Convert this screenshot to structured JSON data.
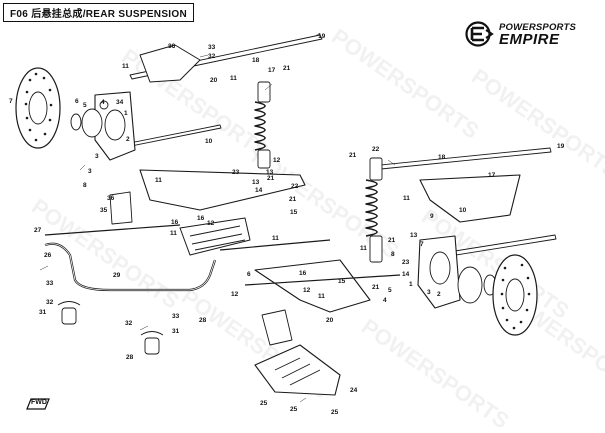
{
  "header": {
    "title": "F06 后悬挂总成/REAR SUSPENSION"
  },
  "brand": {
    "top_text": "POWERSPORTS",
    "bottom_text": "EMPIRE",
    "logo_icon": "empire-logo-icon"
  },
  "watermark": {
    "text": "POWERSPORTS"
  },
  "direction_marker": {
    "label": "FWD"
  },
  "callouts": [
    {
      "id": "c1",
      "label": "19"
    },
    {
      "id": "c2",
      "label": "30"
    },
    {
      "id": "c3",
      "label": "33"
    },
    {
      "id": "c4",
      "label": "11"
    },
    {
      "id": "c5",
      "label": "32"
    },
    {
      "id": "c6",
      "label": "20"
    },
    {
      "id": "c7",
      "label": "18"
    },
    {
      "id": "c8",
      "label": "17"
    },
    {
      "id": "c9",
      "label": "21"
    },
    {
      "id": "c10",
      "label": "11"
    },
    {
      "id": "c11",
      "label": "13"
    },
    {
      "id": "c12",
      "label": "12"
    },
    {
      "id": "c13",
      "label": "21"
    },
    {
      "id": "c14",
      "label": "14"
    },
    {
      "id": "c15",
      "label": "13"
    },
    {
      "id": "c16",
      "label": "7"
    },
    {
      "id": "c17",
      "label": "6"
    },
    {
      "id": "c18",
      "label": "5"
    },
    {
      "id": "c19",
      "label": "4"
    },
    {
      "id": "c20",
      "label": "34"
    },
    {
      "id": "c21",
      "label": "1"
    },
    {
      "id": "c22",
      "label": "2"
    },
    {
      "id": "c23",
      "label": "3"
    },
    {
      "id": "c24",
      "label": "10"
    },
    {
      "id": "c25",
      "label": "3"
    },
    {
      "id": "c26",
      "label": "8"
    },
    {
      "id": "c27",
      "label": "11"
    },
    {
      "id": "c28",
      "label": "23"
    },
    {
      "id": "c29",
      "label": "22"
    },
    {
      "id": "c30",
      "label": "21"
    },
    {
      "id": "c31",
      "label": "15"
    },
    {
      "id": "c32",
      "label": "16"
    },
    {
      "id": "c33",
      "label": "16"
    },
    {
      "id": "c34",
      "label": "12"
    },
    {
      "id": "c35",
      "label": "11"
    },
    {
      "id": "c36",
      "label": "36"
    },
    {
      "id": "c37",
      "label": "35"
    },
    {
      "id": "c38",
      "label": "27"
    },
    {
      "id": "c39",
      "label": "26"
    },
    {
      "id": "c40",
      "label": "28"
    },
    {
      "id": "c41",
      "label": "29"
    },
    {
      "id": "c42",
      "label": "33"
    },
    {
      "id": "c43",
      "label": "32"
    },
    {
      "id": "c44",
      "label": "31"
    },
    {
      "id": "c45",
      "label": "33"
    },
    {
      "id": "c46",
      "label": "32"
    },
    {
      "id": "c47",
      "label": "31"
    },
    {
      "id": "c48",
      "label": "28"
    },
    {
      "id": "c49",
      "label": "24"
    },
    {
      "id": "c50",
      "label": "25"
    },
    {
      "id": "c51",
      "label": "25"
    },
    {
      "id": "c52",
      "label": "25"
    },
    {
      "id": "c53",
      "label": "19"
    },
    {
      "id": "c54",
      "label": "17"
    },
    {
      "id": "c55",
      "label": "18"
    },
    {
      "id": "c56",
      "label": "11"
    },
    {
      "id": "c57",
      "label": "10"
    },
    {
      "id": "c58",
      "label": "9"
    },
    {
      "id": "c59",
      "label": "1"
    },
    {
      "id": "c60",
      "label": "3"
    },
    {
      "id": "c61",
      "label": "2"
    },
    {
      "id": "c62",
      "label": "5"
    },
    {
      "id": "c63",
      "label": "8"
    },
    {
      "id": "c64",
      "label": "7"
    },
    {
      "id": "c65",
      "label": "13"
    },
    {
      "id": "c66",
      "label": "11"
    },
    {
      "id": "c67",
      "label": "21"
    },
    {
      "id": "c68",
      "label": "22"
    },
    {
      "id": "c69",
      "label": "21"
    },
    {
      "id": "c70",
      "label": "14"
    },
    {
      "id": "c71",
      "label": "15"
    },
    {
      "id": "c72",
      "label": "11"
    },
    {
      "id": "c73",
      "label": "16"
    },
    {
      "id": "c74",
      "label": "12"
    },
    {
      "id": "c75",
      "label": "20"
    },
    {
      "id": "c76",
      "label": "21"
    },
    {
      "id": "c77",
      "label": "23"
    },
    {
      "id": "c78",
      "label": "6"
    },
    {
      "id": "c79",
      "label": "4"
    },
    {
      "id": "c80",
      "label": "11"
    },
    {
      "id": "c81",
      "label": "12"
    }
  ]
}
